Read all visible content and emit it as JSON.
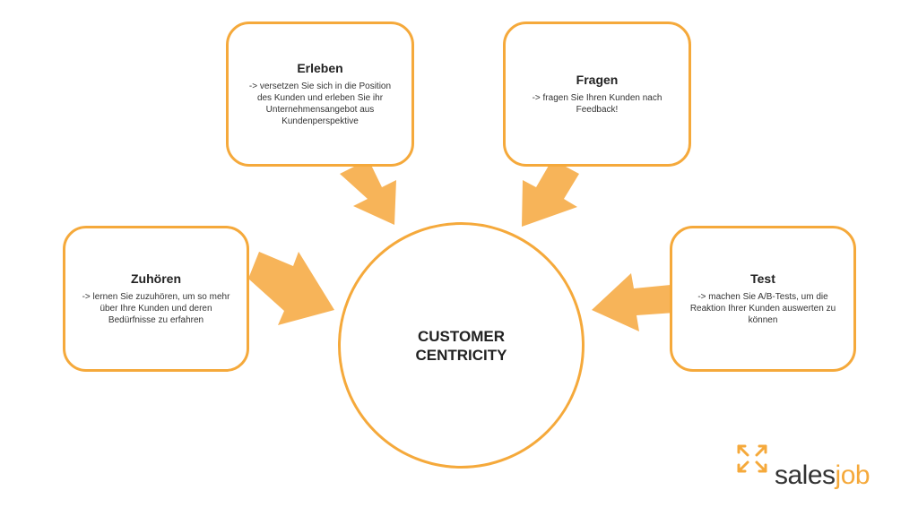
{
  "center": {
    "label": "CUSTOMER CENTRICITY"
  },
  "boxes": {
    "erleben": {
      "title": "Erleben",
      "text": "-> versetzen Sie sich in die Position des Kunden und erleben Sie ihr Unternehmensangebot aus Kundenperspektive"
    },
    "fragen": {
      "title": "Fragen",
      "text": "-> fragen Sie Ihren Kunden nach Feedback!"
    },
    "zuhoeren": {
      "title": "Zuhören",
      "text": "-> lernen Sie zuzuhören, um so mehr über Ihre Kunden und deren Bedürfnisse zu erfahren"
    },
    "test": {
      "title": "Test",
      "text": "-> machen Sie A/B-Tests, um die Reaktion Ihrer Kunden auswerten zu können"
    }
  },
  "logo": {
    "text_part1": "sales",
    "text_part2": "job",
    "icon": "expand-arrows-icon"
  },
  "colors": {
    "accent": "#F5A93B",
    "arrow": "#F7B459",
    "text": "#222222"
  }
}
